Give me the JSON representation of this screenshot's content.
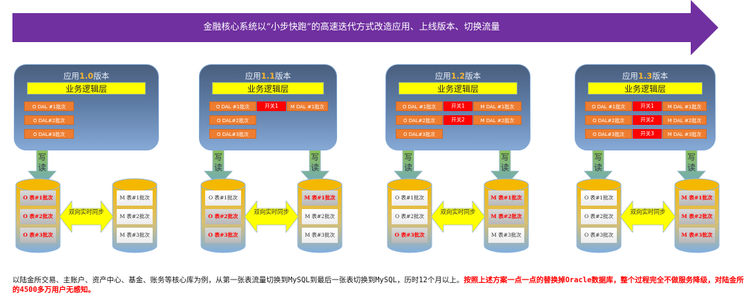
{
  "banner": {
    "text": "金融核心系统以“小步快跑”的高速迭代方式改造应用、上线版本、切换流量",
    "color": "#7030a0"
  },
  "colors": {
    "dal": "#ed7d31",
    "switch": "#ff0000",
    "biz_layer": "#ffff00",
    "active_text": "#ff0000"
  },
  "panels": [
    {
      "title_prefix": "应用",
      "version": "1.0",
      "title_suffix": "版本",
      "biz_layer": "业务逻辑层",
      "rows": [
        {
          "o_dal": "O DAL #1批次",
          "switch": null,
          "m_dal": null
        },
        {
          "o_dal": "O DAL#2批次",
          "switch": null,
          "m_dal": null
        },
        {
          "o_dal": "O DAL#3批次",
          "switch": null,
          "m_dal": null
        }
      ],
      "rw_left": "写读",
      "rw_right": null,
      "o_db": [
        {
          "label": "O 表#1批次",
          "active": true
        },
        {
          "label": "O 表#2批次",
          "active": true
        },
        {
          "label": "O 表#3批次",
          "active": true
        }
      ],
      "sync": "双向实时同步",
      "m_db": [
        {
          "label": "M 表#1批次",
          "active": false
        },
        {
          "label": "M 表#2批次",
          "active": false
        },
        {
          "label": "M 表#3批次",
          "active": false
        }
      ]
    },
    {
      "title_prefix": "应用",
      "version": "1.1",
      "title_suffix": "版本",
      "biz_layer": "业务逻辑层",
      "rows": [
        {
          "o_dal": "O DAL #1批次",
          "switch": "开关1",
          "m_dal": "M DAL #1批次"
        },
        {
          "o_dal": "O DAL#2批次",
          "switch": null,
          "m_dal": null
        },
        {
          "o_dal": "O DAL#3批次",
          "switch": null,
          "m_dal": null
        }
      ],
      "rw_left": "写读",
      "rw_right": "写读",
      "o_db": [
        {
          "label": "O 表#1批次",
          "active": false
        },
        {
          "label": "O 表#2批次",
          "active": true
        },
        {
          "label": "O 表#3批次",
          "active": true
        }
      ],
      "sync": "双向实时同步",
      "m_db": [
        {
          "label": "M 表#1批次",
          "active": true
        },
        {
          "label": "M 表#2批次",
          "active": false
        },
        {
          "label": "M 表#3批次",
          "active": false
        }
      ]
    },
    {
      "title_prefix": "应用",
      "version": "1.2",
      "title_suffix": "版本",
      "biz_layer": "业务逻辑层",
      "rows": [
        {
          "o_dal": "O DAL #1批次",
          "switch": "开关1",
          "m_dal": "M DAL #1批次"
        },
        {
          "o_dal": "O DAL#2批次",
          "switch": "开关2",
          "m_dal": "M DAL #2批次"
        },
        {
          "o_dal": "O DAL#3批次",
          "switch": null,
          "m_dal": null
        }
      ],
      "rw_left": "写读",
      "rw_right": "写读",
      "o_db": [
        {
          "label": "O 表#1批次",
          "active": false
        },
        {
          "label": "O 表#2批次",
          "active": false
        },
        {
          "label": "O 表#3批次",
          "active": true
        }
      ],
      "sync": "双向实时同步",
      "m_db": [
        {
          "label": "M 表#1批次",
          "active": true
        },
        {
          "label": "M 表#2批次",
          "active": true
        },
        {
          "label": "M 表#3批次",
          "active": false
        }
      ]
    },
    {
      "title_prefix": "应用",
      "version": "1.3",
      "title_suffix": "版本",
      "biz_layer": "业务逻辑层",
      "rows": [
        {
          "o_dal": "O DAL #1批次",
          "switch": "开关1",
          "m_dal": "M DAL #1批次"
        },
        {
          "o_dal": "O DAL#2批次",
          "switch": "开关2",
          "m_dal": "M DAL #2批次"
        },
        {
          "o_dal": "O DAL#3批次",
          "switch": "开关3",
          "m_dal": "M DAL #3批次"
        }
      ],
      "rw_left": "写读",
      "rw_right": "写读",
      "o_db": [
        {
          "label": "O 表#1批次",
          "active": false
        },
        {
          "label": "O 表#2批次",
          "active": false
        },
        {
          "label": "O 表#3批次",
          "active": false
        }
      ],
      "sync": "双向实时同步",
      "m_db": [
        {
          "label": "M 表#1批次",
          "active": true
        },
        {
          "label": "M 表#2批次",
          "active": true
        },
        {
          "label": "M 表#3批次",
          "active": true
        }
      ]
    }
  ],
  "footer": {
    "normal": "以陆金所交易、主账户、资产中心、基金、账务等核心库为例，从第一张表流量切换到MySQL到最后一张表切换到MySQL，历时12个月以上。",
    "highlight": "按照上述方案一点一点的替换掉Oracle数据库，整个过程完全不做服务降级，对陆金所的4500多万用户无感知。"
  }
}
